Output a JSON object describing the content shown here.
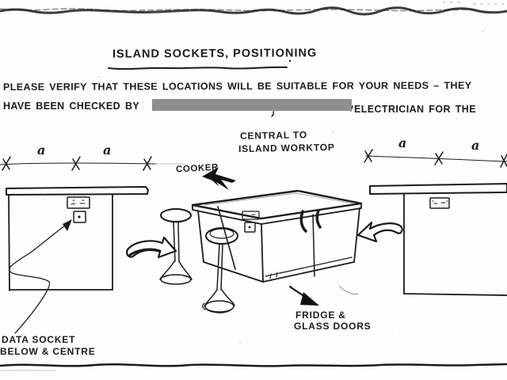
{
  "document": {
    "title": "ISLAND SOCKETS, POSITIONING",
    "title_period": ".",
    "note": {
      "line1": "PLEASE VERIFY THAT THESE LOCATIONS WILL BE SUITABLE FOR YOUR NEEDS – THEY",
      "line2_before_redaction": "HAVE BEEN CHECKED BY",
      "line2_after_redaction": "ELECTRICIAN FOR THE"
    }
  },
  "annotations": {
    "central_line1": "CENTRAL TO",
    "central_line2": "ISLAND WORKTOP",
    "cooker": "COOKER",
    "fridge_line1": "FRIDGE &",
    "fridge_line2": "GLASS DOORS",
    "data_socket_line1": "DATA SOCKET",
    "data_socket_line2": "BELOW & CENTRE"
  },
  "dimensions": {
    "left_segments": [
      "a",
      "a"
    ],
    "right_segments": [
      "a",
      "a"
    ]
  },
  "colors": {
    "ink": "#1b1b1b",
    "paper": "#fefefe",
    "redaction_gray": "#8f8f8f",
    "scan_artifact": "#2a2a2a"
  }
}
